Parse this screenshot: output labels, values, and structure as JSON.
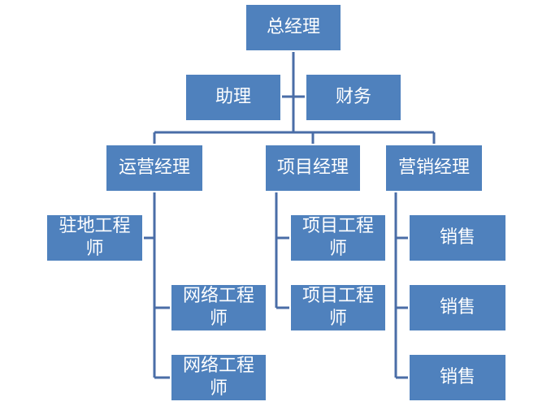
{
  "colors": {
    "box_fill": "#4f81bd",
    "connector": "#4a6da7",
    "text": "#ffffff"
  },
  "nodes": {
    "ceo": "总经理",
    "assistant": "助理",
    "finance": "财务",
    "ops_manager": "运营经理",
    "project_manager": "项目经理",
    "sales_manager": "营销经理",
    "onsite_engineer": "驻地工程师",
    "network_engineer_1": "网络工程师",
    "network_engineer_2": "网络工程师",
    "project_engineer_1": "项目工程师",
    "project_engineer_2": "项目工程师",
    "sales_1": "销售",
    "sales_2": "销售",
    "sales_3": "销售"
  }
}
